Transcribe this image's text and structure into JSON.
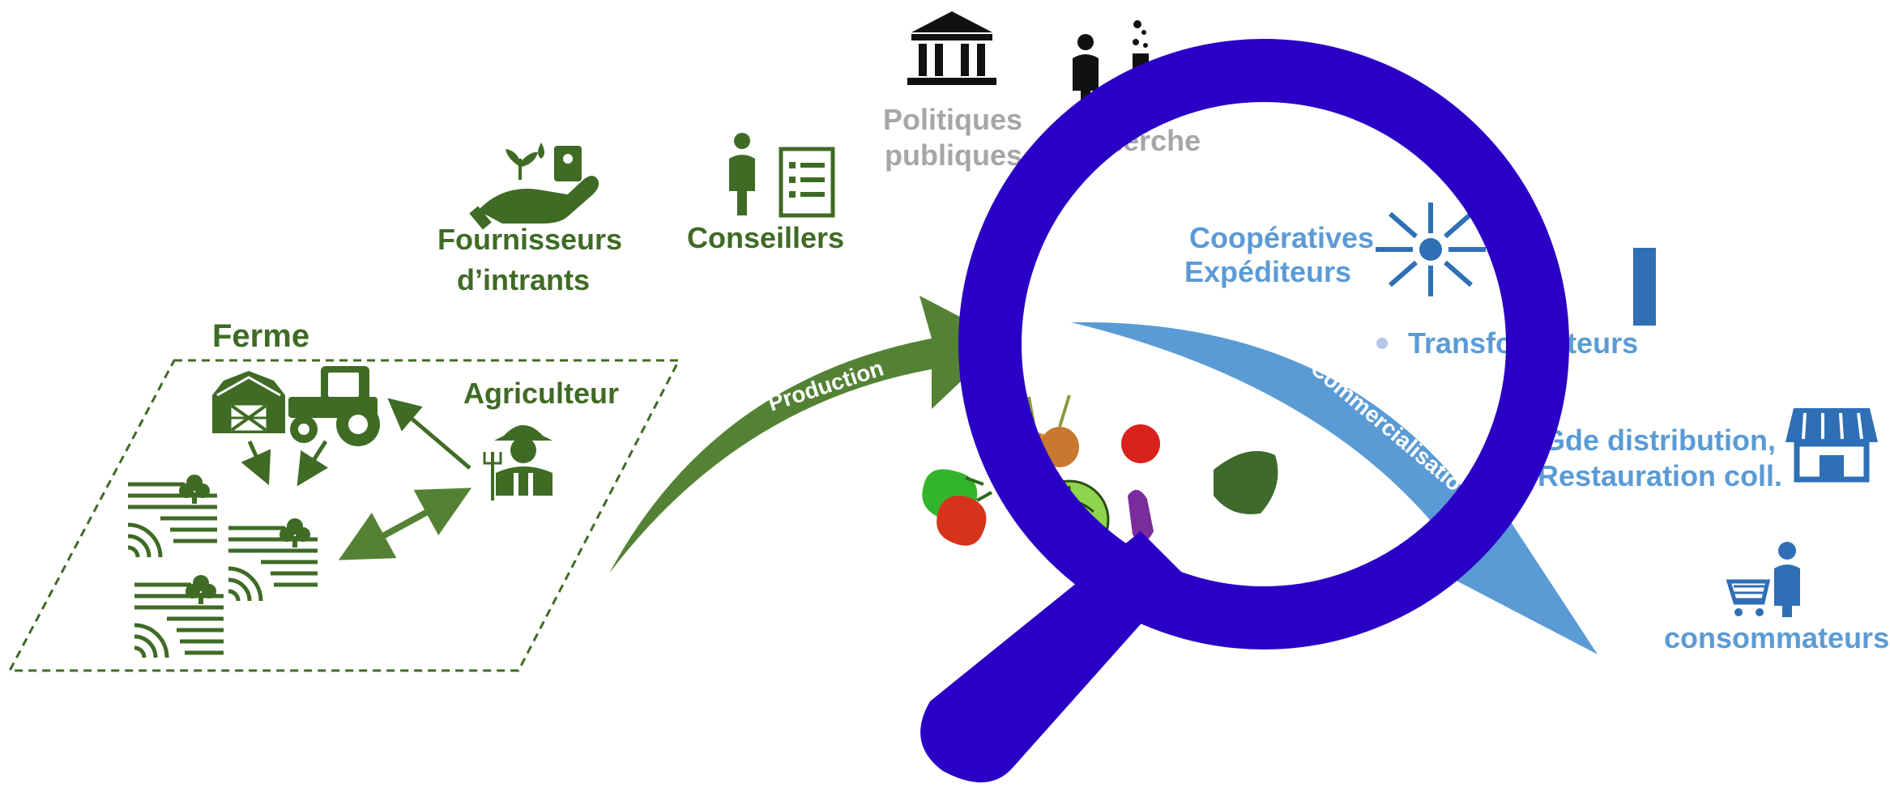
{
  "actors": {
    "farm_label": "Ferme",
    "farmer_label": "Agriculteur",
    "suppliers_line1": "Fournisseurs",
    "suppliers_line2": "d’intrants",
    "advisors_label": "Conseillers",
    "policy_line1": "Politiques",
    "policy_line2": "publiques",
    "research_label": "Recherche",
    "cooperatives_line1": "Coopératives",
    "cooperatives_line2": "Expéditeurs",
    "processors_label": "Transformateurs",
    "retail_line1": "Gde distribution,",
    "retail_line2": "Restauration coll.",
    "consumers_label": "consommateurs"
  },
  "flows": {
    "production_label": "Production",
    "commercialisation_label": "Commercialisation"
  },
  "colors": {
    "green_dark": "#3f6b25",
    "green_arrow": "#548235",
    "grey": "#a6a6a6",
    "blue_text": "#5b9bd5",
    "blue_icon": "#2e6fb5",
    "magnifier": "#2b00c6",
    "black_icon": "#111111"
  },
  "icons": [
    "barn-icon",
    "tractor-icon",
    "field-icon",
    "farmer-icon",
    "seedling-hand-icon",
    "advisor-checklist-icon",
    "government-building-icon",
    "researcher-flask-icon",
    "converging-arrows-icon",
    "factory-icon",
    "store-icon",
    "shopping-cart-person-icon",
    "magnifying-glass-icon",
    "vegetables-image"
  ]
}
